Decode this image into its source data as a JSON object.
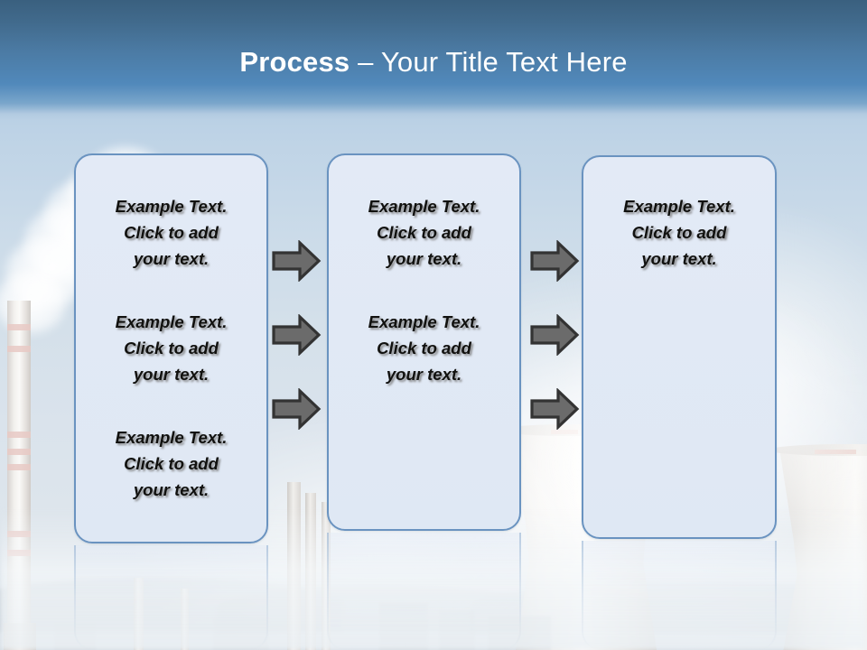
{
  "slide": {
    "title_strong": "Process",
    "title_rest": " – Your Title Text Here",
    "colors": {
      "header_top": "#3a607f",
      "header_bottom": "#5189bb",
      "box_fill": "#e1e9f5",
      "box_border": "#6a93c0",
      "arrow_fill": "#6b6b6b",
      "arrow_outline": "#333333",
      "title_text": "#ffffff",
      "body_text": "#11110f"
    }
  },
  "boxes": [
    {
      "name": "process-box-1",
      "paragraphs": [
        "Example Text.\nClick  to add\nyour text.",
        "Example Text.\nClick  to add\nyour text.",
        "Example Text.\nClick  to add\nyour text."
      ]
    },
    {
      "name": "process-box-2",
      "paragraphs": [
        "Example Text.\nClick  to add\nyour text.",
        "Example Text.\nClick  to add\nyour text."
      ]
    },
    {
      "name": "process-box-3",
      "paragraphs": [
        "Example Text.\nClick  to add\nyour text."
      ]
    }
  ],
  "arrows": [
    {
      "name": "arrow-1-1",
      "icon": "right-arrow-icon"
    },
    {
      "name": "arrow-1-2",
      "icon": "right-arrow-icon"
    },
    {
      "name": "arrow-1-3",
      "icon": "right-arrow-icon"
    },
    {
      "name": "arrow-2-1",
      "icon": "right-arrow-icon"
    },
    {
      "name": "arrow-2-2",
      "icon": "right-arrow-icon"
    },
    {
      "name": "arrow-2-3",
      "icon": "right-arrow-icon"
    }
  ],
  "background": {
    "description": "industrial power plant with smokestack and cooling towers"
  }
}
